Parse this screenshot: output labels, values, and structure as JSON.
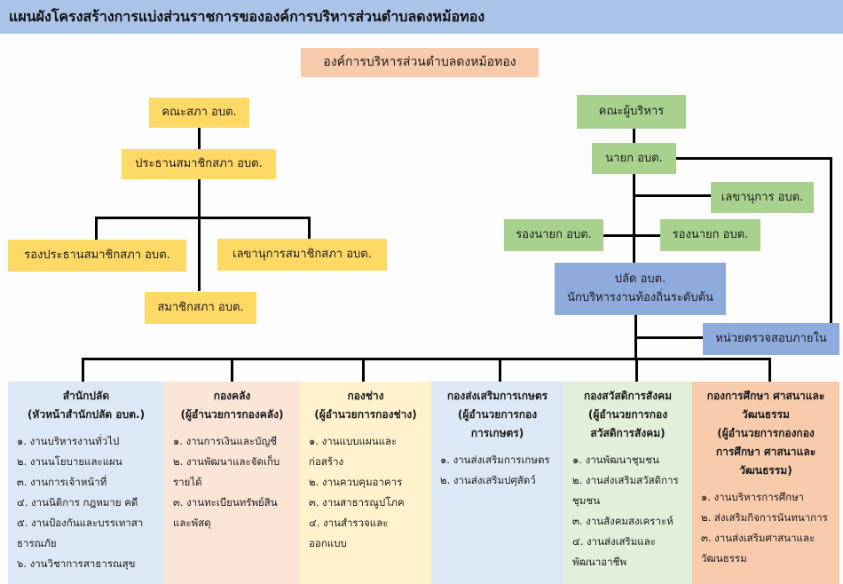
{
  "header": {
    "title": "แผนผังโครงสร้างการแบ่งส่วนราชการขององค์การบริหารส่วนตำบลดงหม้อทอง"
  },
  "org_name": "องค์การบริหารส่วนตำบลดงหม้อทอง",
  "council": {
    "board": "คณะสภา อบต.",
    "president": "ประธานสมาชิกสภา อบต.",
    "vice_president": "รองประธานสมาชิกสภา อบต.",
    "secretary": "เลขานุการสมาชิกสภา อบต.",
    "members": "สมาชิกสภา อบต."
  },
  "executive": {
    "board": "คณะผู้บริหาร",
    "mayor": "นายก อบต.",
    "secretary": "เลขานุการ อบต.",
    "deputy_1": "รองนายก อบต.",
    "deputy_2": "รองนายก อบต.",
    "clerk_line1": "ปลัด อบต.",
    "clerk_line2": "นักบริหารงานท้องถิ่นระดับต้น",
    "audit": "หน่วยตรวจสอบภายใน"
  },
  "departments": [
    {
      "title": [
        "สำนักปลัด",
        "(หัวหน้าสำนักปลัด  อบต.)"
      ],
      "items": [
        "๑. งานบริหารงานทั่วไป",
        "๒. งานนโยบายและแผน",
        "๓. งานการเจ้าหน้าที่",
        "๔. งานนิติการ กฎหมาย คดี",
        "๕. งานป้องกันและบรรเทาสา",
        "ธารณภัย",
        "๖. งานวิชาการสาธารณสุข"
      ]
    },
    {
      "title": [
        "กองคลัง",
        "(ผู้อำนวยการกองคลัง)"
      ],
      "items": [
        "๑. งานการเงินและบัญชี",
        "๒. งานพัฒนาและจัดเก็บ",
        "รายได้",
        "๓. งานทะเบียนทรัพย์สิน",
        "และพัสดุ"
      ]
    },
    {
      "title": [
        "กองช่าง",
        "(ผู้อำนวยการกองช่าง)"
      ],
      "items": [
        "๑. งานแบบแผนและ",
        "ก่อสร้าง",
        "๒. งานควบคุมอาคาร",
        "๓. งานสาธารณูปโภค",
        "๔. งานสำรวจและ",
        "ออกแบบ"
      ]
    },
    {
      "title": [
        "กองส่งเสริมการเกษตร",
        "(ผู้อำนวยการกอง",
        "การเกษตร)"
      ],
      "items": [
        "๑. งานส่งเสริมการเกษตร",
        "๒. งานส่งเสริมปศุสัตว์"
      ]
    },
    {
      "title": [
        "กองสวัสดิการสังคม",
        "(ผู้อำนวยการกอง",
        "สวัสดิการสังคม)"
      ],
      "items": [
        "๑. งานพัฒนาชุมชน",
        "๒. งานส่งเสริมสวัสดิการ",
        "ชุมชน",
        "๓. งานสังคมสงเคราะห์",
        "๔. งานส่งเสริมและ",
        "พัฒนาอาชีพ"
      ]
    },
    {
      "title": [
        "กองการศึกษา  ศาสนาและ",
        "วัฒนธรรม",
        "(ผู้อำนวยการกองกอง",
        "การศึกษา  ศาสนาและ",
        "วัฒนธรรม)"
      ],
      "items": [
        "๑. งานบริหารการศึกษา",
        "๒. ส่งเสริมกิจการนันทนาการ",
        "๓. งานส่งเสริมศาสนาและ",
        "วัฒนธรรม"
      ]
    }
  ],
  "colors": {
    "header": "#a9c4e7",
    "council": "#ffd966",
    "executive": "#a9d18e",
    "clerk": "#8faadc",
    "org": "#f8cbad",
    "dept_bg": [
      "#dde8f6",
      "#fbe5d7",
      "#fff2cc",
      "#dde8f6",
      "#e2efda",
      "#f8cbad"
    ]
  }
}
